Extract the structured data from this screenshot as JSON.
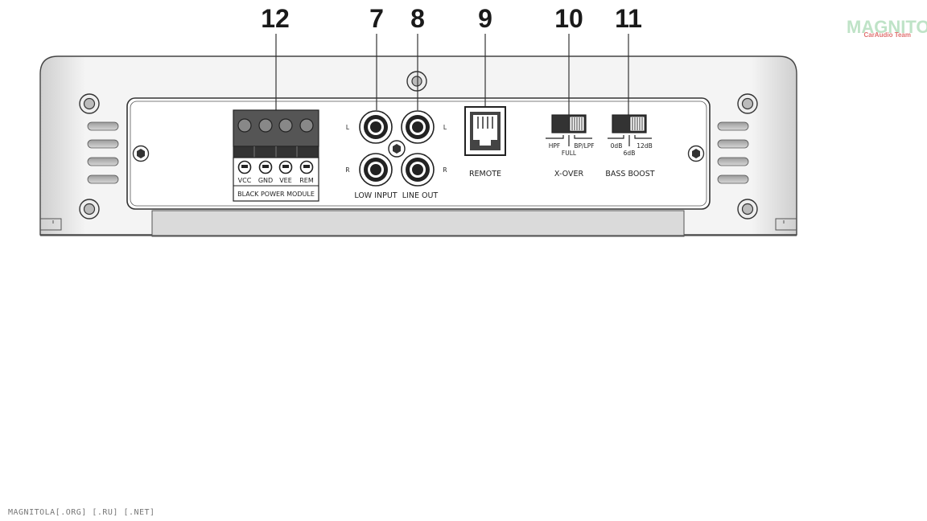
{
  "callouts": {
    "c12": "12",
    "c7": "7",
    "c8": "8",
    "c9": "9",
    "c10": "10",
    "c11": "11"
  },
  "power": {
    "terminals": [
      "VCC",
      "GND",
      "VEE",
      "REM"
    ],
    "module_label": "BLACK POWER MODULE"
  },
  "rca": {
    "left": "L",
    "right": "R",
    "low_input": "LOW INPUT",
    "line_out": "LINE OUT"
  },
  "remote": {
    "label": "REMOTE"
  },
  "xover": {
    "hpf": "HPF",
    "full": "FULL",
    "bplpf": "BP/LPF",
    "label": "X-OVER"
  },
  "bass_boost": {
    "db0": "0dB",
    "db6": "6dB",
    "db12": "12dB",
    "label": "BASS BOOST"
  },
  "watermark": {
    "brand": "MAGNITOLA",
    "sub": "CarAudio Team"
  },
  "footer": {
    "text": "MAGNITOLA[.ORG] [.RU] [.NET]"
  },
  "colors": {
    "line": "#333333",
    "terminal_block": "#555555",
    "panel_gray": "#dadada"
  }
}
